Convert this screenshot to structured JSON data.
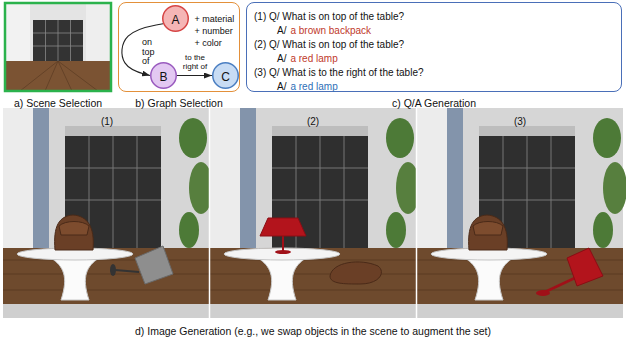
{
  "diagram": {
    "nodes": [
      {
        "text": [
          "+ material",
          "+ number",
          "+ color"
        ]
      },
      {
        "text": [
          "A"
        ],
        "in": 0
      },
      {
        "text": [
          "B"
        ],
        "in": 0
      },
      {
        "text": [
          "C"
        ],
        "in": 0
      },
      {
        "text": [
          "(1) Q/ What is on top of the table?",
          "A/",
          "a brown backpack",
          "(2) Q/ What is on top of the table?",
          "A/",
          "a red lamp",
          "(3) Q/ What is to the right of the table?",
          "A/",
          "a red lamp"
        ]
      }
    ],
    "edges": [
      {
        "from": 1,
        "to": 2,
        "arrow": "to",
        "label": "on top of"
      },
      {
        "from": 2,
        "to": 3,
        "arrow": "to",
        "label": "to the right of"
      }
    ],
    "labels": [
      "a) Scene Selection",
      "b) Graph Selection",
      "c) Q/A Generation",
      "(1)",
      "(2)",
      "(3)",
      "d) Image Generation (e.g., we swap objects in the scene to augment the set)"
    ]
  }
}
